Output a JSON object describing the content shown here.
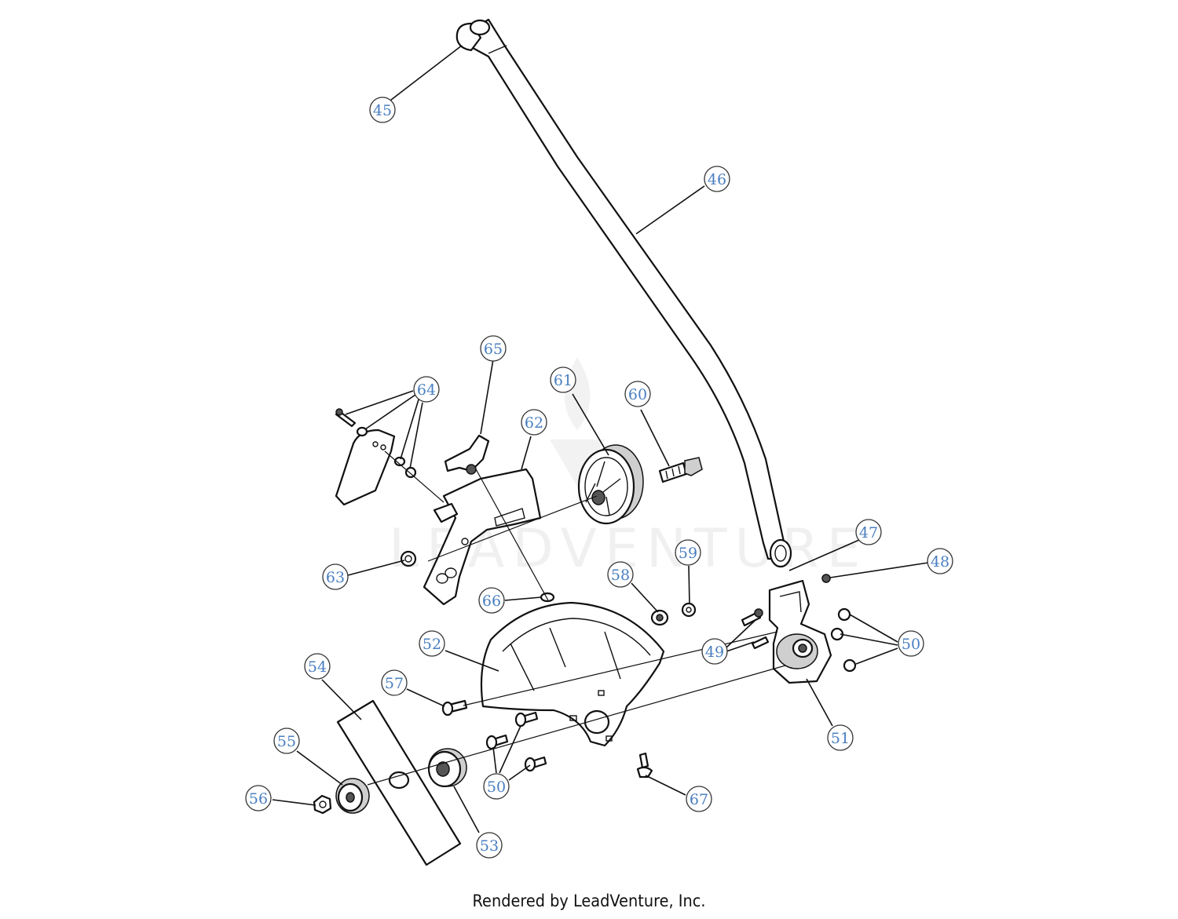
{
  "watermark": "LEADVENTURE",
  "footer": "Rendered by LeadVenture, Inc.",
  "callouts": [
    {
      "key": "c45",
      "label": "45"
    },
    {
      "key": "c46",
      "label": "46"
    },
    {
      "key": "c47",
      "label": "47"
    },
    {
      "key": "c48",
      "label": "48"
    },
    {
      "key": "c49",
      "label": "49"
    },
    {
      "key": "c50a",
      "label": "50"
    },
    {
      "key": "c50b",
      "label": "50"
    },
    {
      "key": "c51",
      "label": "51"
    },
    {
      "key": "c52",
      "label": "52"
    },
    {
      "key": "c53",
      "label": "53"
    },
    {
      "key": "c54",
      "label": "54"
    },
    {
      "key": "c55",
      "label": "55"
    },
    {
      "key": "c56",
      "label": "56"
    },
    {
      "key": "c57",
      "label": "57"
    },
    {
      "key": "c58",
      "label": "58"
    },
    {
      "key": "c59",
      "label": "59"
    },
    {
      "key": "c60",
      "label": "60"
    },
    {
      "key": "c61",
      "label": "61"
    },
    {
      "key": "c62",
      "label": "62"
    },
    {
      "key": "c63",
      "label": "63"
    },
    {
      "key": "c64",
      "label": "64"
    },
    {
      "key": "c65",
      "label": "65"
    },
    {
      "key": "c66",
      "label": "66"
    },
    {
      "key": "c67",
      "label": "67"
    }
  ],
  "colors": {
    "callout_text": "#4a7fc0",
    "line": "#111111",
    "background": "#ffffff"
  }
}
